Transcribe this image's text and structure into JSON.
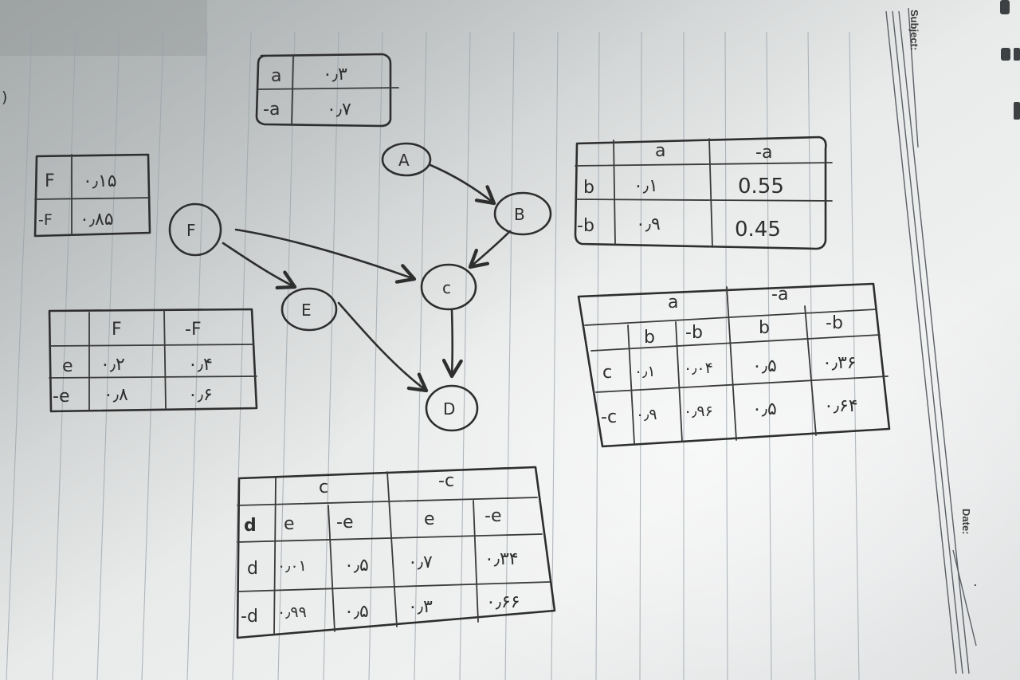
{
  "page": {
    "subject_label": "Subject:",
    "date_label": "Date:",
    "date_dot": "."
  },
  "graph": {
    "nodes": [
      {
        "id": "A",
        "label": "A"
      },
      {
        "id": "B",
        "label": "B"
      },
      {
        "id": "C",
        "label": "c"
      },
      {
        "id": "D",
        "label": "D"
      },
      {
        "id": "E",
        "label": "E"
      },
      {
        "id": "F",
        "label": "F"
      }
    ],
    "edges": [
      {
        "from": "A",
        "to": "B"
      },
      {
        "from": "B",
        "to": "C"
      },
      {
        "from": "F",
        "to": "C"
      },
      {
        "from": "F",
        "to": "E"
      },
      {
        "from": "C",
        "to": "D"
      },
      {
        "from": "E",
        "to": "D"
      }
    ]
  },
  "tables": {
    "a": {
      "rows": [
        {
          "label": "a",
          "value": "۰٫۳"
        },
        {
          "label": "-a",
          "value": "۰٫۷"
        }
      ]
    },
    "f": {
      "rows": [
        {
          "label": "F",
          "value": "۰٫۱۵"
        },
        {
          "label": "-F",
          "value": "۰٫۸۵"
        }
      ]
    },
    "b_given_a": {
      "headers": [
        "",
        "a",
        "-a"
      ],
      "rows": [
        {
          "label": "b",
          "cells": [
            "۰٫۱",
            "0.55"
          ]
        },
        {
          "label": "-b",
          "cells": [
            "۰٫۹",
            "0.45"
          ]
        }
      ]
    },
    "e_given_f": {
      "headers": [
        "",
        "F",
        "-F"
      ],
      "rows": [
        {
          "label": "e",
          "cells": [
            "۰٫۲",
            "۰٫۴"
          ]
        },
        {
          "label": "-e",
          "cells": [
            "۰٫۸",
            "۰٫۶"
          ]
        }
      ]
    },
    "c_given_ab": {
      "top_headers": [
        "a",
        "-a"
      ],
      "sub_headers": [
        "b",
        "-b",
        "b",
        "-b"
      ],
      "rows": [
        {
          "label": "c",
          "cells": [
            "۰٫۱",
            "۰٫۰۴",
            "۰٫۵",
            "۰٫۳۶"
          ]
        },
        {
          "label": "-c",
          "cells": [
            "۰٫۹",
            "۰٫۹۶",
            "۰٫۵",
            "۰٫۶۴"
          ]
        }
      ]
    },
    "d_given_ce": {
      "top_headers": [
        "c",
        "-c"
      ],
      "sub_headers": [
        "e",
        "-e",
        "e",
        "-e"
      ],
      "corner": "d",
      "rows": [
        {
          "label": "d",
          "cells": [
            "۰٫۰۱",
            "۰٫۵",
            "۰٫۷",
            "۰٫۳۴"
          ]
        },
        {
          "label": "-d",
          "cells": [
            "۰٫۹۹",
            "۰٫۵",
            "۰٫۳",
            "۰٫۶۶"
          ]
        }
      ]
    }
  }
}
